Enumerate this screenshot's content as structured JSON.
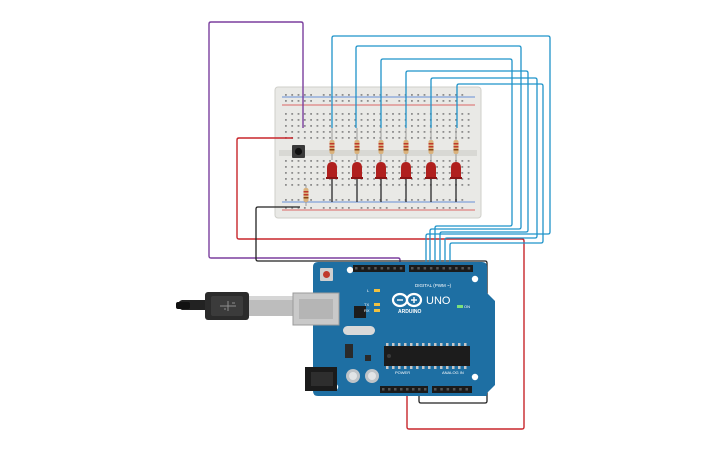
{
  "board": {
    "brand": "ARDUINO",
    "model": "UNO",
    "digital_label": "DIGITAL (PWM ~)",
    "power_label": "POWER",
    "analog_label": "ANALOG IN",
    "on_label": "ON",
    "tx_label": "TX",
    "rx_label": "RX",
    "l_label": "L"
  },
  "breadboard": {
    "led_count": 6,
    "resistor_count": 7,
    "button_count": 1
  },
  "colors": {
    "wire_blue": "#1f93c9",
    "wire_red": "#c8262b",
    "wire_purple": "#7b3f9e",
    "wire_black": "#222222",
    "board_blue": "#1e6fa3",
    "led_red": "#b0201e",
    "breadboard": "#e9e9e6"
  }
}
